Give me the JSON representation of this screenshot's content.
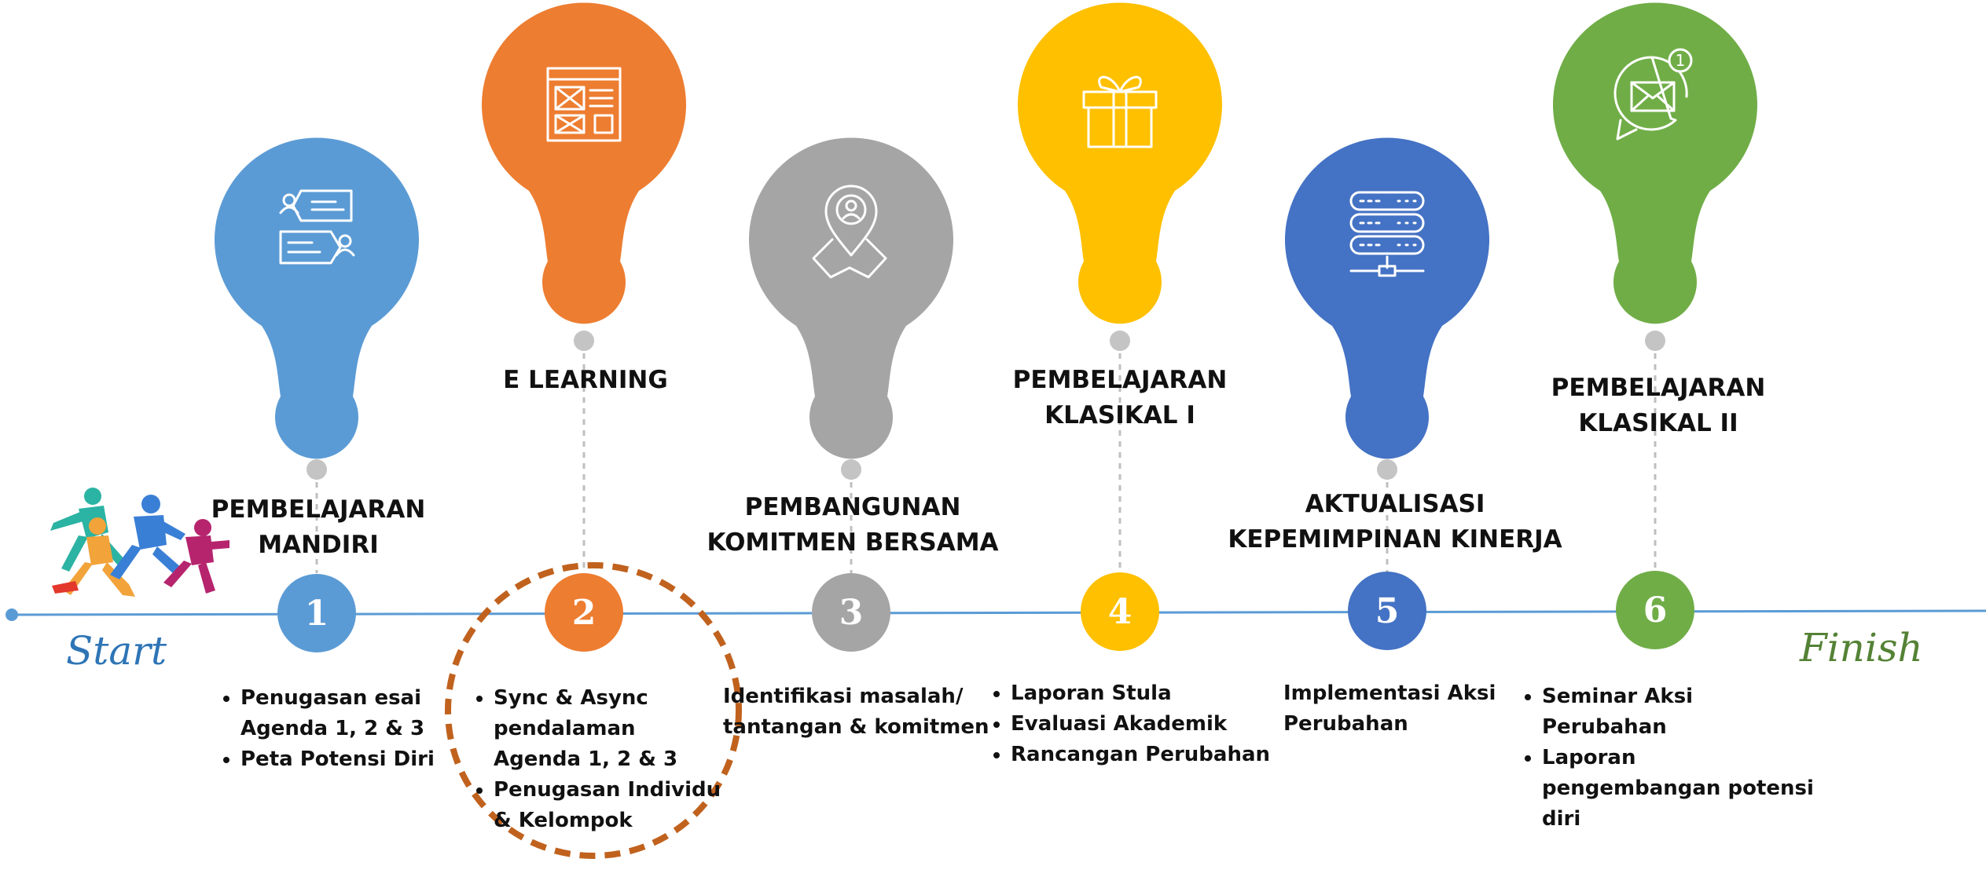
{
  "colors": {
    "blue": "#5b9bd5",
    "orange": "#ed7d31",
    "gray": "#a5a5a5",
    "yellow": "#ffc000",
    "dark_blue": "#4472c4",
    "green": "#70ad47",
    "timeline": "#5b9bd5",
    "highlight_ring": "#c0621e",
    "start_text": "#2e75b6",
    "finish_text": "#548235"
  },
  "timeline": {
    "start_label": "Start",
    "finish_label": "Finish",
    "runners_image": "runners-illustration"
  },
  "stages": [
    {
      "number": "1",
      "color": "blue",
      "icon": "chat-people-icon",
      "title": "PEMBELAJARAN\nMANDIRI",
      "items": [
        "Penugasan esai Agenda 1, 2 & 3",
        "Peta Potensi Diri"
      ]
    },
    {
      "number": "2",
      "color": "orange",
      "icon": "webpage-layout-icon",
      "title": "E LEARNING",
      "items": [
        "Sync & Async pendalaman Agenda 1, 2 & 3",
        "Penugasan Individu & Kelompok"
      ],
      "highlighted": true
    },
    {
      "number": "3",
      "color": "gray",
      "icon": "map-pin-person-icon",
      "title": "PEMBANGUNAN\nKOMITMEN BERSAMA",
      "text": "Identifikasi masalah/\ntantangan & komitmen"
    },
    {
      "number": "4",
      "color": "yellow",
      "icon": "gift-icon",
      "title": "PEMBELAJARAN\nKLASIKAL I",
      "items": [
        "Laporan Stula",
        "Evaluasi Akademik",
        "Rancangan Perubahan"
      ]
    },
    {
      "number": "5",
      "color": "dark_blue",
      "icon": "server-icon",
      "title": "AKTUALISASI\nKEPEMIMPINAN KINERJA",
      "text": "Implementasi Aksi\nPerubahan"
    },
    {
      "number": "6",
      "color": "green",
      "icon": "mail-notification-icon",
      "title": "PEMBELAJARAN\nKLASIKAL II",
      "items": [
        "Seminar Aksi Perubahan",
        "Laporan pengembangan potensi diri"
      ]
    }
  ]
}
